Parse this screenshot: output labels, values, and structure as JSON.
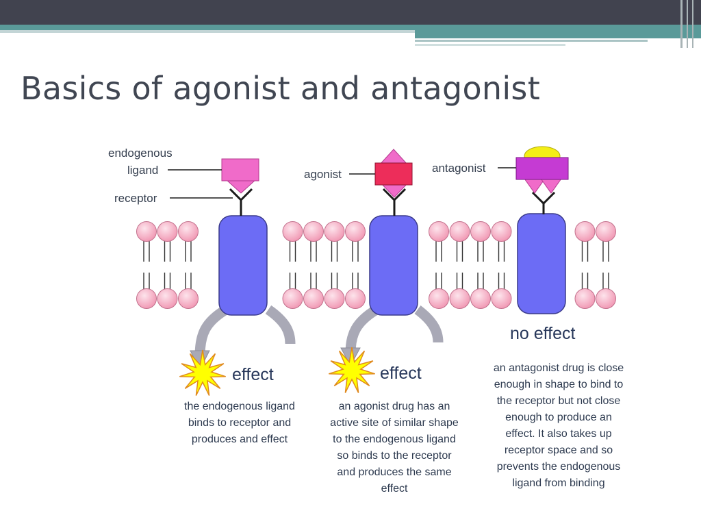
{
  "slide": {
    "title": "Basics of agonist and antagonist"
  },
  "theme": {
    "band_dark": "#41434f",
    "band_teal": "#5a9a99",
    "lipid_head": "#f5b8c9",
    "protein": "#6c6cf5",
    "arrow": "#a9a9b6",
    "star": "#ffff00"
  },
  "diagram": {
    "labels": {
      "endogenous_line1": "endogenous",
      "endogenous_line2": "ligand",
      "receptor": "receptor",
      "agonist": "agonist",
      "antagonist": "antagonist"
    },
    "panels": [
      {
        "result": "effect",
        "caption": [
          "the endogenous ligand",
          "binds to receptor and",
          "produces and effect"
        ]
      },
      {
        "result": "effect",
        "caption": [
          "an agonist drug has an",
          "active site of similar shape",
          "to the endogenous ligand",
          "so binds to the receptor",
          "and produces the same",
          "effect"
        ]
      },
      {
        "result": "no effect",
        "caption": [
          "an antagonist drug is close",
          "enough in shape to bind to",
          "the receptor but not close",
          "enough to produce an",
          "effect. It also takes up",
          "receptor space and so",
          "prevents the endogenous",
          "ligand from binding"
        ]
      }
    ]
  }
}
